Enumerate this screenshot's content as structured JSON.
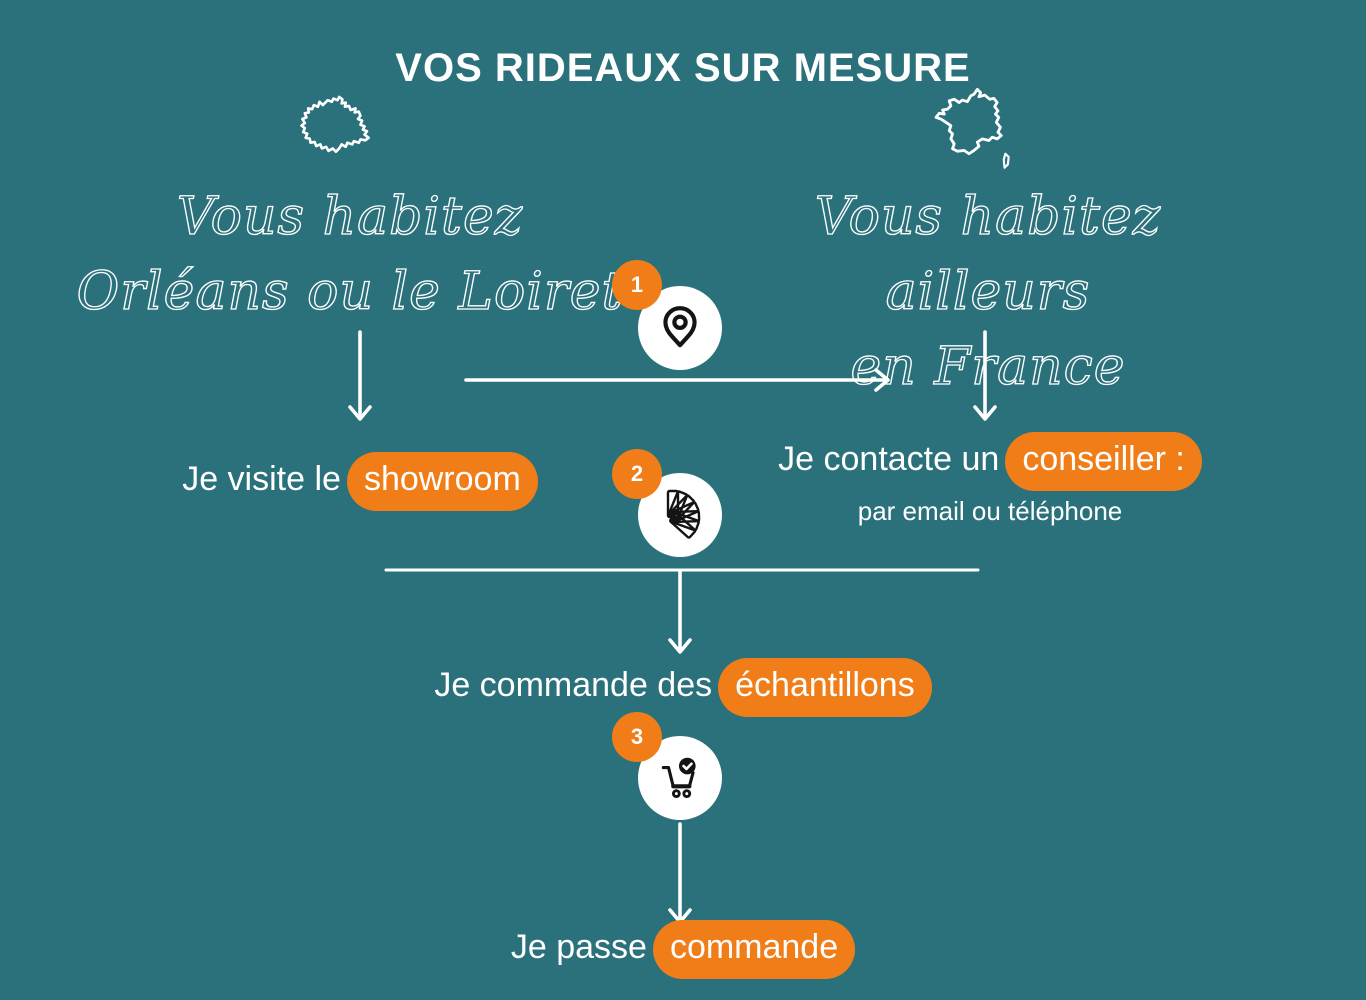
{
  "theme": {
    "background": "#2A717B",
    "accent": "#F07D17",
    "text_color": "#FFFFFF",
    "icon_color": "#141414"
  },
  "title": "VOS RIDEAUX SUR MESURE",
  "left_branch": {
    "map": "loiret-outline",
    "heading_line1": "Vous habitez",
    "heading_line2": "Orléans ou le Loiret",
    "action_prefix": "Je visite le",
    "action_highlight": "showroom"
  },
  "right_branch": {
    "map": "france-outline",
    "heading_line1": "Vous habitez ailleurs",
    "heading_line2": "en France",
    "action_prefix": "Je contacte un",
    "action_highlight": "conseiller :",
    "action_subtext": "par email ou téléphone"
  },
  "steps": [
    {
      "number": "1",
      "icon": "location-pin-icon"
    },
    {
      "number": "2",
      "icon": "fabric-swatches-icon"
    },
    {
      "number": "3",
      "icon": "cart-check-icon"
    }
  ],
  "samples_step": {
    "prefix": "Je commande des",
    "highlight": "échantillons"
  },
  "order_step": {
    "prefix": "Je passe",
    "highlight": "commande"
  }
}
